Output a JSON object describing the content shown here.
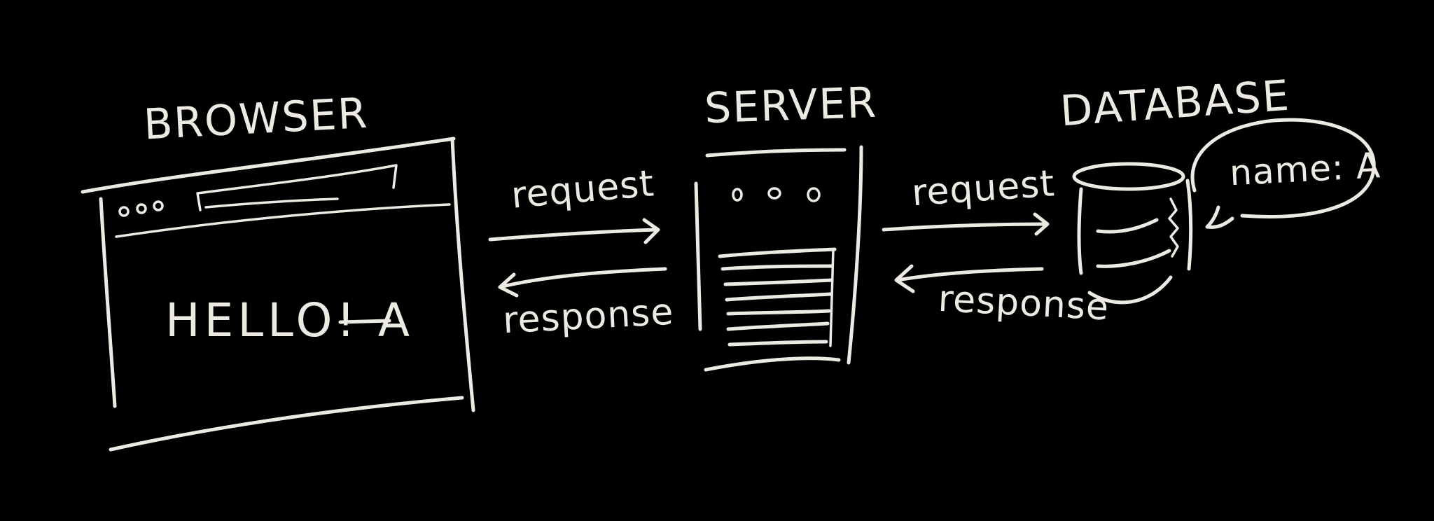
{
  "diagram": {
    "stroke_color": "#ECEAE3",
    "background_color": "#000000",
    "nodes": {
      "browser": {
        "title": "BROWSER",
        "content": "HELLO! A"
      },
      "server": {
        "title": "SERVER"
      },
      "database": {
        "title": "DATABASE",
        "record": "name: A"
      }
    },
    "edges": {
      "browser_to_server": "request",
      "server_to_browser": "response",
      "server_to_database": "request",
      "database_to_server": "response"
    }
  }
}
